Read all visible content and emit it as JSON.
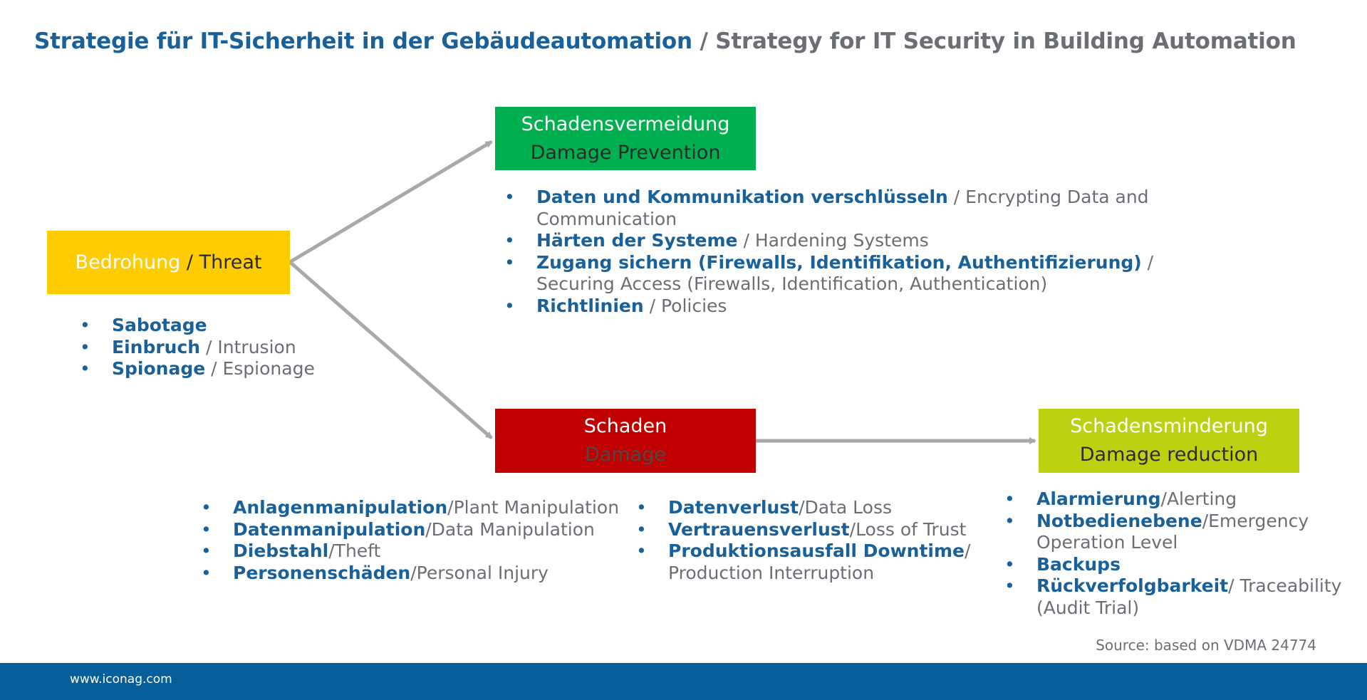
{
  "title": {
    "de": "Strategie für IT-Sicherheit in der Gebäudeautomation",
    "en": " / Strategy for IT Security in Building Automation"
  },
  "colors": {
    "threat": "#ffcc00",
    "prevention": "#00b050",
    "damage": "#c00000",
    "reduction": "#bcd10f",
    "arrow": "#a7a9ac",
    "footer": "#065f99",
    "blue_text": "#1a6199",
    "gray_text": "#6b6e74"
  },
  "threat": {
    "de": "Bedrohung",
    "sep": " / ",
    "en": "Threat",
    "items": [
      {
        "bold": "Sabotage",
        "rest": ""
      },
      {
        "bold": "Einbruch",
        "rest": " / Intrusion"
      },
      {
        "bold": "Spionage",
        "rest": " / Espionage"
      }
    ]
  },
  "prevention": {
    "de": "Schadensvermeidung",
    "en": "Damage Prevention",
    "items": [
      {
        "bold": "Daten und Kommunikation verschlüsseln",
        "rest": " / Encrypting Data and Communication"
      },
      {
        "bold": "Härten der Systeme",
        "rest": " / Hardening Systems"
      },
      {
        "bold": "Zugang sichern (Firewalls, Identifikation, Authentifizierung)",
        "rest": " / Securing Access (Firewalls, Identification, Authentication)"
      },
      {
        "bold": "Richtlinien",
        "rest": " / Policies"
      }
    ]
  },
  "damage": {
    "de": "Schaden",
    "en": "Damage",
    "items_left": [
      {
        "bold": "Anlagenmanipulation",
        "rest": "/Plant Manipulation"
      },
      {
        "bold": "Datenmanipulation",
        "rest": "/Data Manipulation"
      },
      {
        "bold": "Diebstahl",
        "rest": "/Theft"
      },
      {
        "bold": "Personenschäden",
        "rest": "/Personal Injury"
      }
    ],
    "items_right": [
      {
        "bold": "Datenverlust",
        "rest": "/Data Loss"
      },
      {
        "bold": "Vertrauensverlust",
        "rest": "/Loss of Trust"
      },
      {
        "bold": "Produktionsausfall Downtime",
        "rest": "/ Production Interruption"
      }
    ]
  },
  "reduction": {
    "de": "Schadensminderung",
    "en": "Damage reduction",
    "items": [
      {
        "bold": "Alarmierung",
        "rest": "/Alerting"
      },
      {
        "bold": "Notbedienebene",
        "rest": "/Emergency Operation Level"
      },
      {
        "bold": "Backups",
        "rest": ""
      },
      {
        "bold": "Rückverfolgbarkeit",
        "rest": "/ Traceability (Audit Trial)"
      }
    ]
  },
  "source": "Source: based on VDMA 24774",
  "footer": {
    "url": "www.iconag.com"
  }
}
